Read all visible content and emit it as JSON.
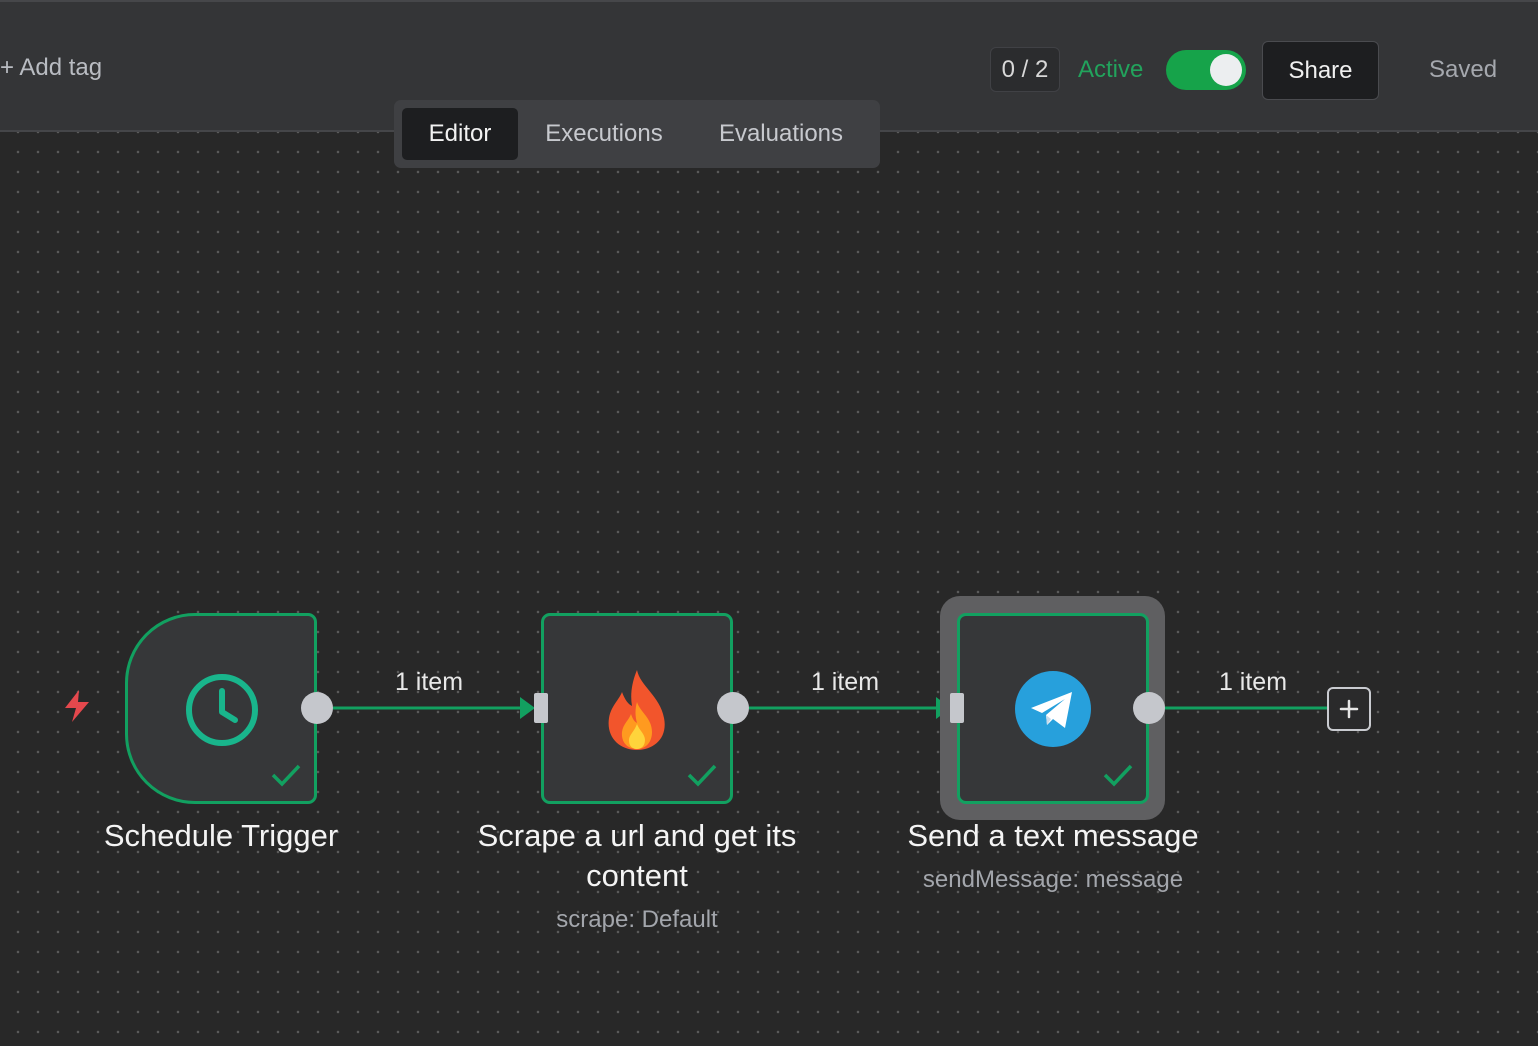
{
  "header": {
    "add_tag_label": "+ Add tag",
    "execution_counter": "0 / 2",
    "active_label": "Active",
    "active_toggle_on": true,
    "share_label": "Share",
    "saved_label": "Saved"
  },
  "tabs": [
    {
      "label": "Editor",
      "active": true
    },
    {
      "label": "Executions",
      "active": false
    },
    {
      "label": "Evaluations",
      "active": false
    }
  ],
  "nodes": [
    {
      "title": "Schedule Trigger",
      "subtitle": "",
      "icon": "clock-icon",
      "status": "success"
    },
    {
      "title_line1": "Scrape a url and get its",
      "title_line2": "content",
      "subtitle": "scrape: Default",
      "icon": "firecrawl-flame-icon",
      "status": "success"
    },
    {
      "title": "Send a text message",
      "subtitle": "sendMessage: message",
      "icon": "telegram-icon",
      "status": "success"
    }
  ],
  "connections": [
    {
      "label": "1 item"
    },
    {
      "label": "1 item"
    },
    {
      "label": "1 item"
    }
  ],
  "colors": {
    "accent_green": "#12a060",
    "active_green": "#16a34a",
    "trigger_red": "#e5484d",
    "clock_teal": "#19b58c",
    "telegram_blue": "#27a0dc"
  }
}
